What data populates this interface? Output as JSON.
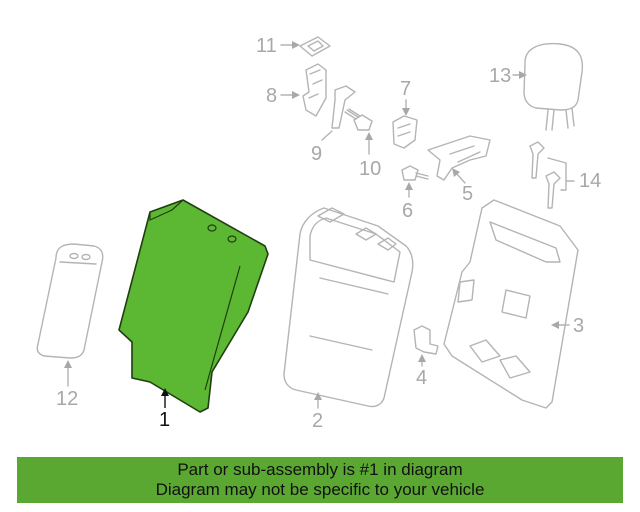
{
  "diagram": {
    "highlight_color": "#5cb832",
    "callouts": [
      "1",
      "2",
      "3",
      "4",
      "5",
      "6",
      "7",
      "8",
      "9",
      "10",
      "11",
      "12",
      "13",
      "14"
    ],
    "highlighted_part": "1"
  },
  "banner": {
    "line1": "Part or sub-assembly is #1 in diagram",
    "line2": "Diagram may not be specific to your vehicle",
    "background": "#5aa832"
  }
}
